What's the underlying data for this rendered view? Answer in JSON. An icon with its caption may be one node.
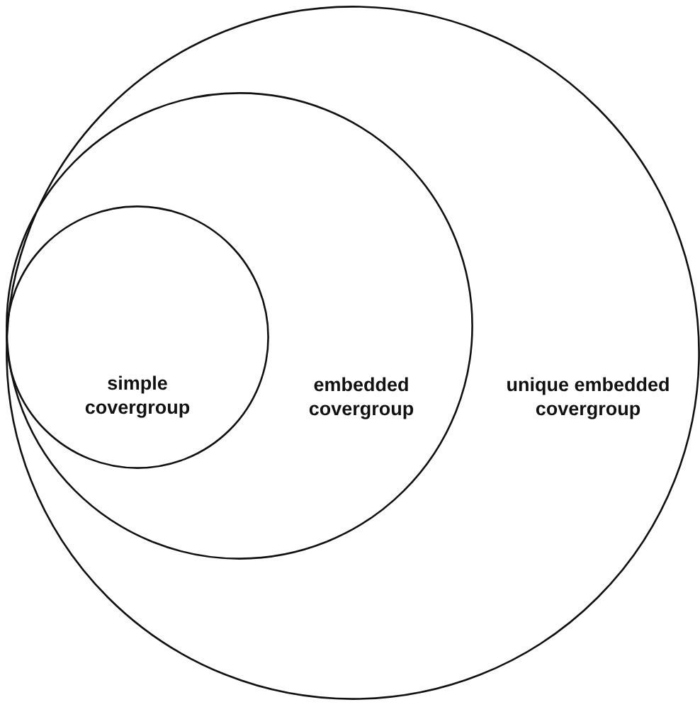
{
  "diagram": {
    "nodes": [
      {
        "text": [
          "unique embedded covergroup"
        ]
      },
      {
        "text": [
          "embedded covergroup"
        ],
        "in": 0
      },
      {
        "text": [
          "simple covergroup"
        ],
        "in": 1
      }
    ]
  }
}
